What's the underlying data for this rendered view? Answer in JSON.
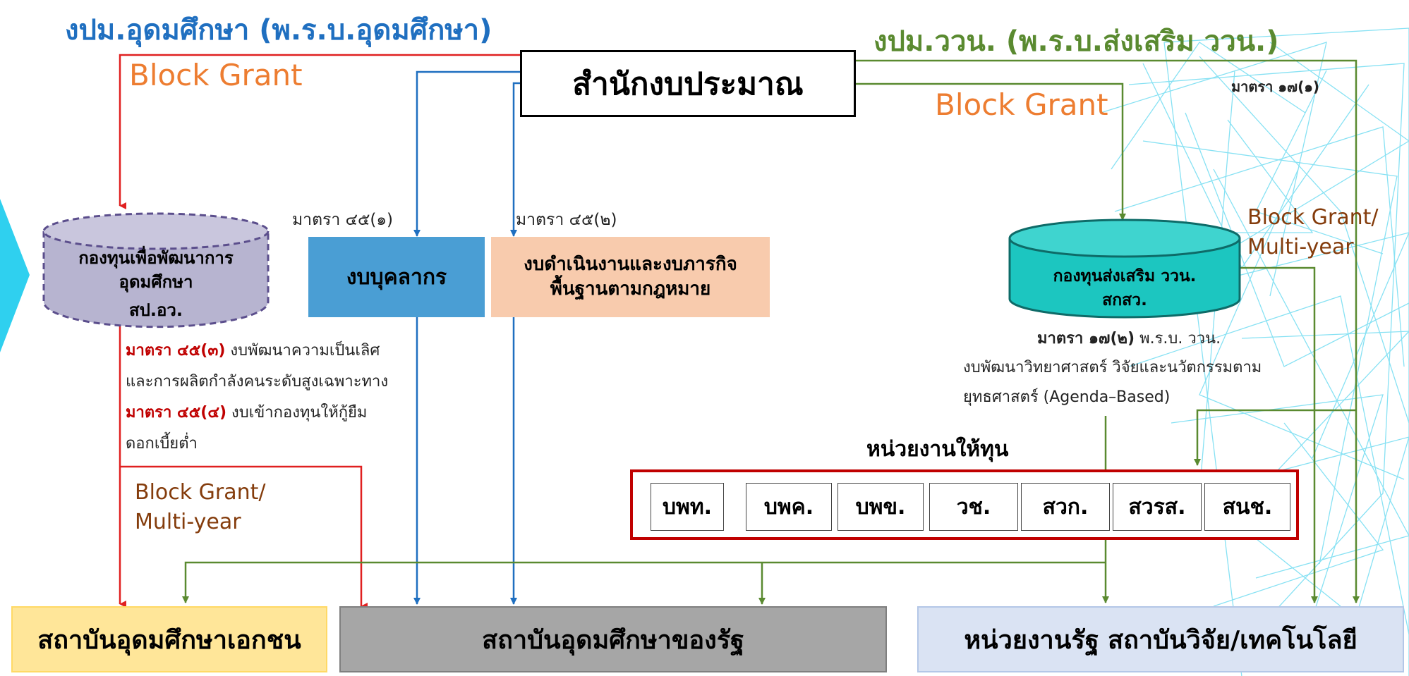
{
  "titles": {
    "left": "งปม.อุดมศึกษา (พ.ร.บ.อุดมศึกษา)",
    "right": "งปม.ววน. (พ.ร.บ.ส่งเสริม ววน.)"
  },
  "budget_bureau": "สำนักงบประมาณ",
  "block_grant_left": "Block Grant",
  "block_grant_right": "Block Grant",
  "section_17_1": "มาตรา ๑๗(๑)",
  "section_45_1": "มาตรา ๔๕(๑)",
  "section_45_2": "มาตรา ๔๕(๒)",
  "personnel_budget": "งบบุคลากร",
  "ops_budget": {
    "line1": "งบดำเนินงานและงบภารกิจ",
    "line2": "พื้นฐานตามกฎหมาย"
  },
  "he_fund": {
    "line1": "กองทุนเพื่อพัฒนาการ",
    "line2": "อุดมศึกษา",
    "agency": "สป.อว."
  },
  "ri_fund": {
    "line1": "กองทุนส่งเสริม ววน.",
    "agency": "สกสว."
  },
  "grant_multiyear_right": {
    "line1": "Block Grant/",
    "line2": "Multi-year"
  },
  "grant_multiyear_left": {
    "line1": "Block Grant/",
    "line2": "Multi-year"
  },
  "left_notes": {
    "s45_3_label": "มาตรา ๔๕(๓)",
    "s45_3_text": " งบพัฒนาความเป็นเลิศ",
    "s45_3_line2": "และการผลิตกำลังคนระดับสูงเฉพาะทาง",
    "s45_4_label": "มาตรา ๔๕(๔)",
    "s45_4_text": " งบเข้ากองทุนให้กู้ยืม",
    "s45_4_line2": "ดอกเบี้ยต่ำ"
  },
  "right_notes": {
    "s17_2_label": "มาตรา ๑๗(๒)",
    "s17_2_text": " พ.ร.บ. ววน.",
    "line2": "งบพัฒนาวิทยาศาสตร์ วิจัยและนวัตกรรมตาม",
    "line3": "ยุทธศาสตร์ (Agenda–Based)"
  },
  "funding_agencies_title": "หน่วยงานให้ทุน",
  "funding_agencies": [
    "บพท.",
    "บพค.",
    "บพข.",
    "วช.",
    "สวก.",
    "สวรส.",
    "สนช."
  ],
  "recipients": {
    "private": "สถาบันอุดมศึกษาเอกชน",
    "public": "สถาบันอุดมศึกษาของรัฐ",
    "government": "หน่วยงานรัฐ สถาบันวิจัย/เทคโนโลยี"
  },
  "colors": {
    "blue": "#1f6fc0",
    "green": "#5a8a30",
    "red": "#e02020",
    "orange": "#ed7d31",
    "cyan_fund": "#1cc6c0",
    "lavender_fund": "#b7b4d0"
  }
}
